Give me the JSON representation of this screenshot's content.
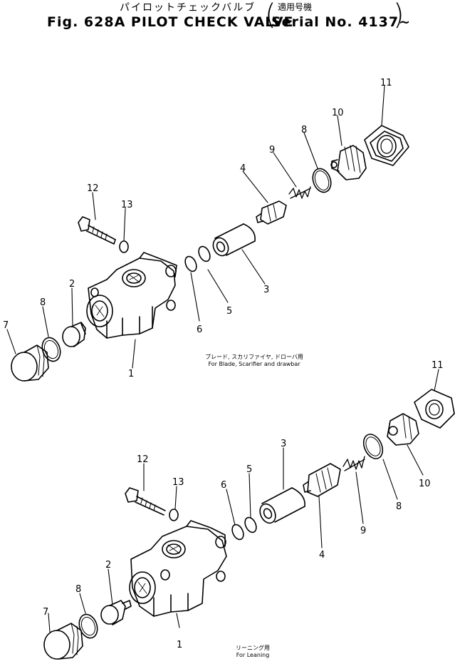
{
  "header": {
    "title_jp": "パイロットチェックバルブ",
    "serial_jp": "適用号機",
    "title": "Fig. 628A  PILOT  CHECK  VALVE",
    "serial": "Serial  No.  4137~"
  },
  "top_group": {
    "caption_jp": "ブレード, スカリファイヤ, ドローバ用",
    "caption": "For Blade, Scarifier and drawbar",
    "callouts": [
      "1",
      "2",
      "3",
      "4",
      "5",
      "6",
      "7",
      "8",
      "8",
      "9",
      "10",
      "11",
      "12",
      "13"
    ]
  },
  "bottom_group": {
    "caption_jp": "リーニング用",
    "caption": "For Leaning",
    "callouts": [
      "1",
      "2",
      "3",
      "4",
      "5",
      "6",
      "7",
      "8",
      "8",
      "9",
      "10",
      "11",
      "12",
      "13"
    ]
  },
  "colors": {
    "ink": "#000000",
    "paper": "#ffffff"
  }
}
